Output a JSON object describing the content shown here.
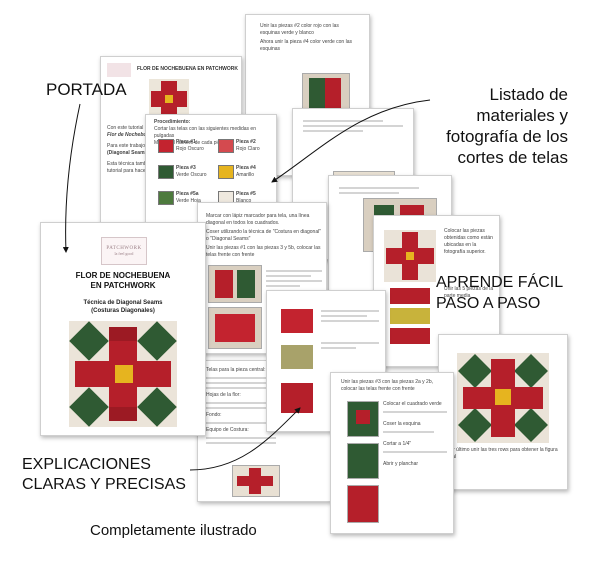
{
  "callouts": {
    "portada": "PORTADA",
    "listado": [
      "Listado de",
      "materiales y",
      "fotografía de los",
      "cortes de telas"
    ],
    "aprende": [
      "APRENDE FÁCIL",
      "PASO A PASO"
    ],
    "explicaciones": [
      "EXPLICACIONES",
      "CLARAS Y PRECISAS"
    ],
    "ilustrado": "Completamente ilustrado"
  },
  "cover": {
    "logo_line1": "PATCHWORK",
    "logo_line2": "la feel good",
    "title_line1": "FLOR DE NOCHEBUENA",
    "title_line2": "EN PATCHWORK",
    "subtitle_line1": "Técnica de Diagonal Seams",
    "subtitle_line2": "(Costuras Diagonales)"
  },
  "back_page": {
    "title": "FLOR DE NOCHEBUENA EN PATCHWORK",
    "intro": "Con este tutorial",
    "flor": "Flor de Nochebuena",
    "para": "Para este trabajo",
    "diagonal": "(Diagonal Seams)",
    "tecnica": "Esta técnica también",
    "tutorial": "tutorial para hacer"
  },
  "materials_page": {
    "heading": "Procedimiento:",
    "steps": [
      "Cortar las telas con las siguientes medidas en pulgadas",
      "Marcar el número de cada pieza"
    ],
    "pieces": [
      {
        "name": "Pieza #1",
        "desc": "Rojo Oscuro"
      },
      {
        "name": "Pieza #2",
        "desc": "Rojo Claro"
      },
      {
        "name": "Pieza #3",
        "desc": "Verde Oscuro"
      },
      {
        "name": "Pieza #4",
        "desc": "Amarillo"
      },
      {
        "name": "Pieza #5a",
        "desc": "Verde Hoja"
      },
      {
        "name": "Pieza #5",
        "desc": "Blanco"
      }
    ]
  },
  "top_page": {
    "bullets": [
      "Unir las piezas #2 color rojo con las esquinas verde y blanco",
      "Ahora unir la pieza #4 color verde con las esquinas"
    ]
  },
  "right_page": {
    "bullets": [
      "Colocar las piezas obtenidas como están ubicadas en la fotografía superior.",
      "Unir las 5 piezas de la parte media"
    ]
  },
  "final_page": {
    "caption": "Por último unir las tres rows para obtener la figura final"
  },
  "mid_page": {
    "bullets": [
      "Marcar con lápiz marcador para tela, una línea diagonal en todos los cuadrados.",
      "Coser utilizando la técnica de \"Costura en diagonal\" o \"Diagonal Seams\"",
      "Unir las piezas #1 con las piezas 3 y 5b, colocar las telas frente con frente"
    ]
  },
  "step_page": {
    "heading": "Unir las piezas #3 con las piezas 2a y 2b, colocar las telas frente con frente",
    "notes": [
      "Colocar el cuadrado verde",
      "Coser la esquina",
      "Cortar a 1/4\"",
      "Abrir y planchar"
    ]
  },
  "list_page": {
    "sections": [
      "Telas para la pieza central:",
      "Hojas de la flor:",
      "Fondo:",
      "Equipo de Costura:"
    ]
  },
  "colors": {
    "red_dark": "#9c1a23",
    "red": "#c3232f",
    "green": "#2f5a33",
    "yellow": "#e6b41f",
    "cream": "#efe9df"
  }
}
